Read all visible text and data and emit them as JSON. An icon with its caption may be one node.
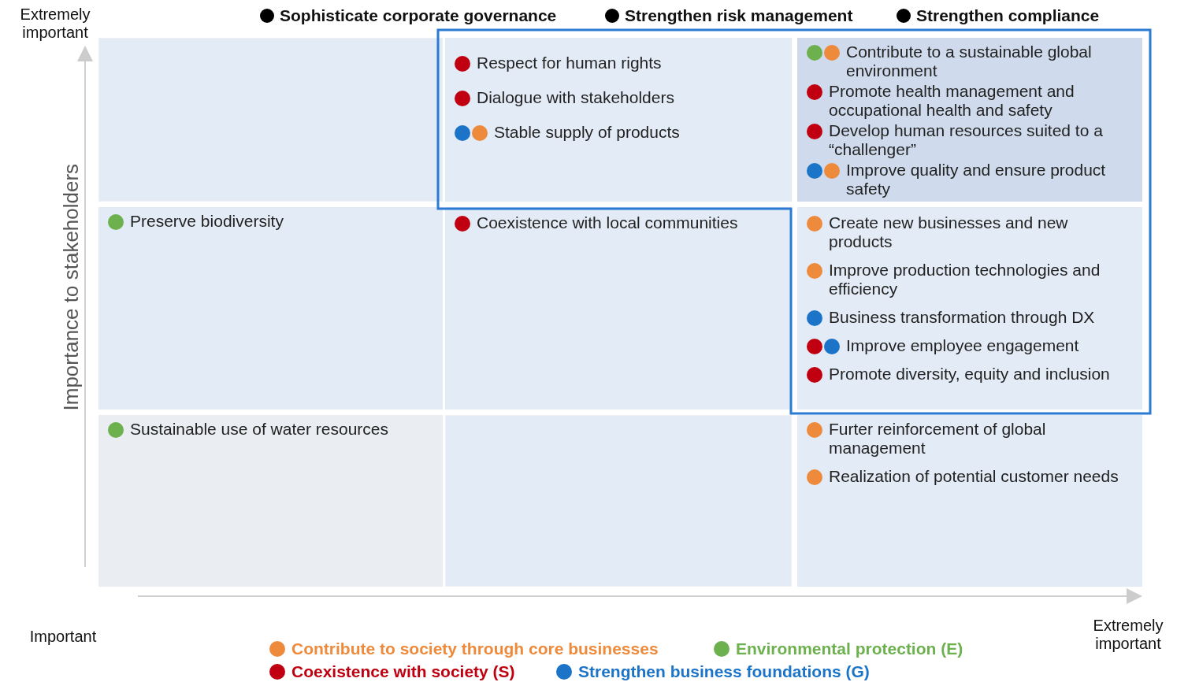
{
  "diagram": {
    "nodes": [
      {
        "text": [],
        "shape": "box"
      },
      {
        "text": [
          "Respect for human rights",
          "Dialogue with stakeholders",
          "Stable supply of products"
        ]
      },
      {
        "text": [
          "Contribute to a sustainable global environment",
          "Promote health management and occupational health and safety",
          "Develop human resources suited to a “challenger”",
          "Improve quality and ensure product safety"
        ]
      },
      {
        "text": [
          "Preserve biodiversity"
        ]
      },
      {
        "text": [
          "Coexistence with local communities"
        ]
      },
      {
        "text": [
          "Create new businesses and new products",
          "Improve production technologies and efficiency",
          "Business transformation through DX",
          "Improve employee engagement",
          "Promote diversity, equity and inclusion"
        ]
      },
      {
        "text": [
          "Sustainable use of water resources"
        ]
      },
      {
        "text": [],
        "shape": "box"
      },
      {
        "text": [
          "Furter reinforcement of global management",
          "Realization of potential customer needs"
        ]
      }
    ],
    "labels": [
      "Extremely important",
      "Sophisticate corporate governance",
      "Strengthen risk management",
      "Strengthen compliance",
      "Importance to stakeholders",
      "Important",
      "Extremely important"
    ],
    "legend": [
      {
        "text": "Contribute to society through core businesses",
        "color": "#ee8a3c"
      },
      {
        "text": "Environmental protection (E)",
        "color": "#6cb14e"
      },
      {
        "text": "Coexistence with society (S)",
        "color": "#c00010"
      },
      {
        "text": "Strengthen business foundations (G)",
        "color": "#1c74c8"
      }
    ]
  }
}
